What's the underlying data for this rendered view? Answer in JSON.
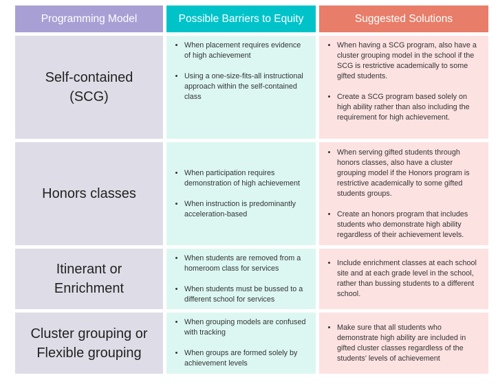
{
  "headers": [
    "Programming Model",
    "Possible Barriers to Equity",
    "Suggested Solutions"
  ],
  "rows": [
    {
      "model": "Self-contained (SCG)",
      "barriers": [
        "When placement requires evidence of high achievement",
        "Using a one-size-fits-all instructional approach within the self-contained class"
      ],
      "solutions": [
        "When having a SCG program, also have a cluster grouping model in the school if the SCG is restrictive academically to some gifted students.",
        "Create a SCG program based solely on high ability rather than also including the requirement for high achievement."
      ]
    },
    {
      "model": "Honors classes",
      "barriers": [
        "When participation requires demonstration of high achievement",
        "When instruction is predominantly acceleration-based"
      ],
      "solutions": [
        "When serving gifted students through honors classes, also have a cluster grouping model if the Honors program is restrictive academically to some gifted students groups.",
        "Create an honors program that includes students who demonstrate high ability regardless of their achievement levels."
      ]
    },
    {
      "model": "Itinerant or Enrichment",
      "barriers": [
        "When students are removed from a homeroom class for services",
        "When students must be bussed to a different school for services"
      ],
      "solutions": [
        "Include enrichment classes at each school site and at each grade level in the school, rather than bussing students to a different school."
      ]
    },
    {
      "model": "Cluster grouping or Flexible grouping",
      "barriers": [
        "When grouping models are confused with tracking",
        "When groups are formed solely by achievement levels"
      ],
      "solutions": [
        "Make sure that all students who demonstrate high ability are included in gifted cluster classes regardless of the students' levels of achievement"
      ]
    }
  ]
}
